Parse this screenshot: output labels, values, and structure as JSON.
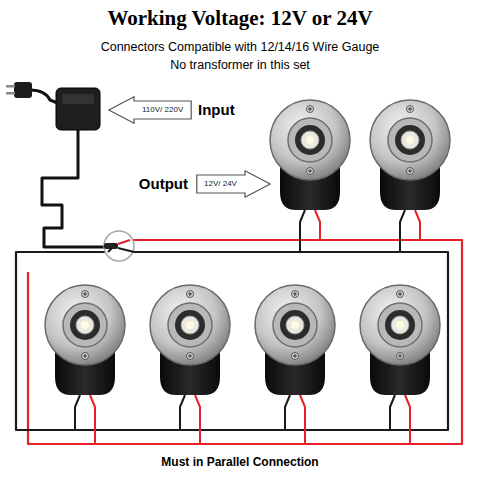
{
  "diagram": {
    "title": "Working Voltage: 12V or 24V",
    "nodes": [
      {
        "text": [
          "110V/ 220V",
          "Input"
        ]
      },
      {
        "text": [
          "Output",
          "12V/ 24V"
        ]
      }
    ],
    "labels": [
      "Connectors Compatible with 12/14/16 Wire Gauge",
      "No transformer in this set"
    ],
    "caption": "Must in Parallel Connection"
  }
}
